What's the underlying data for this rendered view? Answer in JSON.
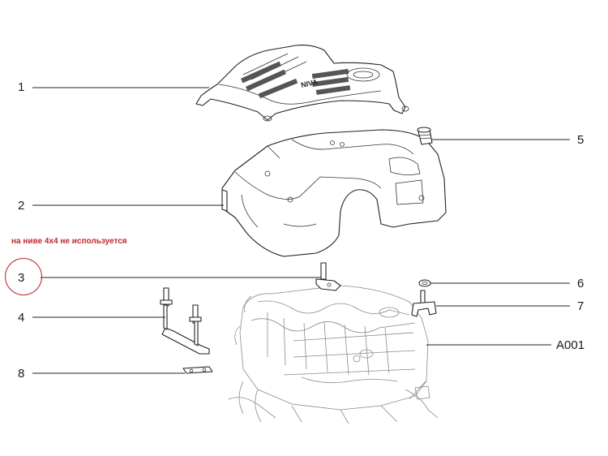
{
  "note": {
    "text": "на ниве 4x4 не используется",
    "color": "#c0272d"
  },
  "callouts": [
    {
      "id": "1",
      "label": "1"
    },
    {
      "id": "2",
      "label": "2"
    },
    {
      "id": "3",
      "label": "3"
    },
    {
      "id": "4",
      "label": "4"
    },
    {
      "id": "5",
      "label": "5"
    },
    {
      "id": "6",
      "label": "6"
    },
    {
      "id": "7",
      "label": "7"
    },
    {
      "id": "8",
      "label": "8"
    },
    {
      "id": "A001",
      "label": "A001"
    }
  ],
  "cover_logo": "NIVA",
  "highlight_color": "#c0272d"
}
